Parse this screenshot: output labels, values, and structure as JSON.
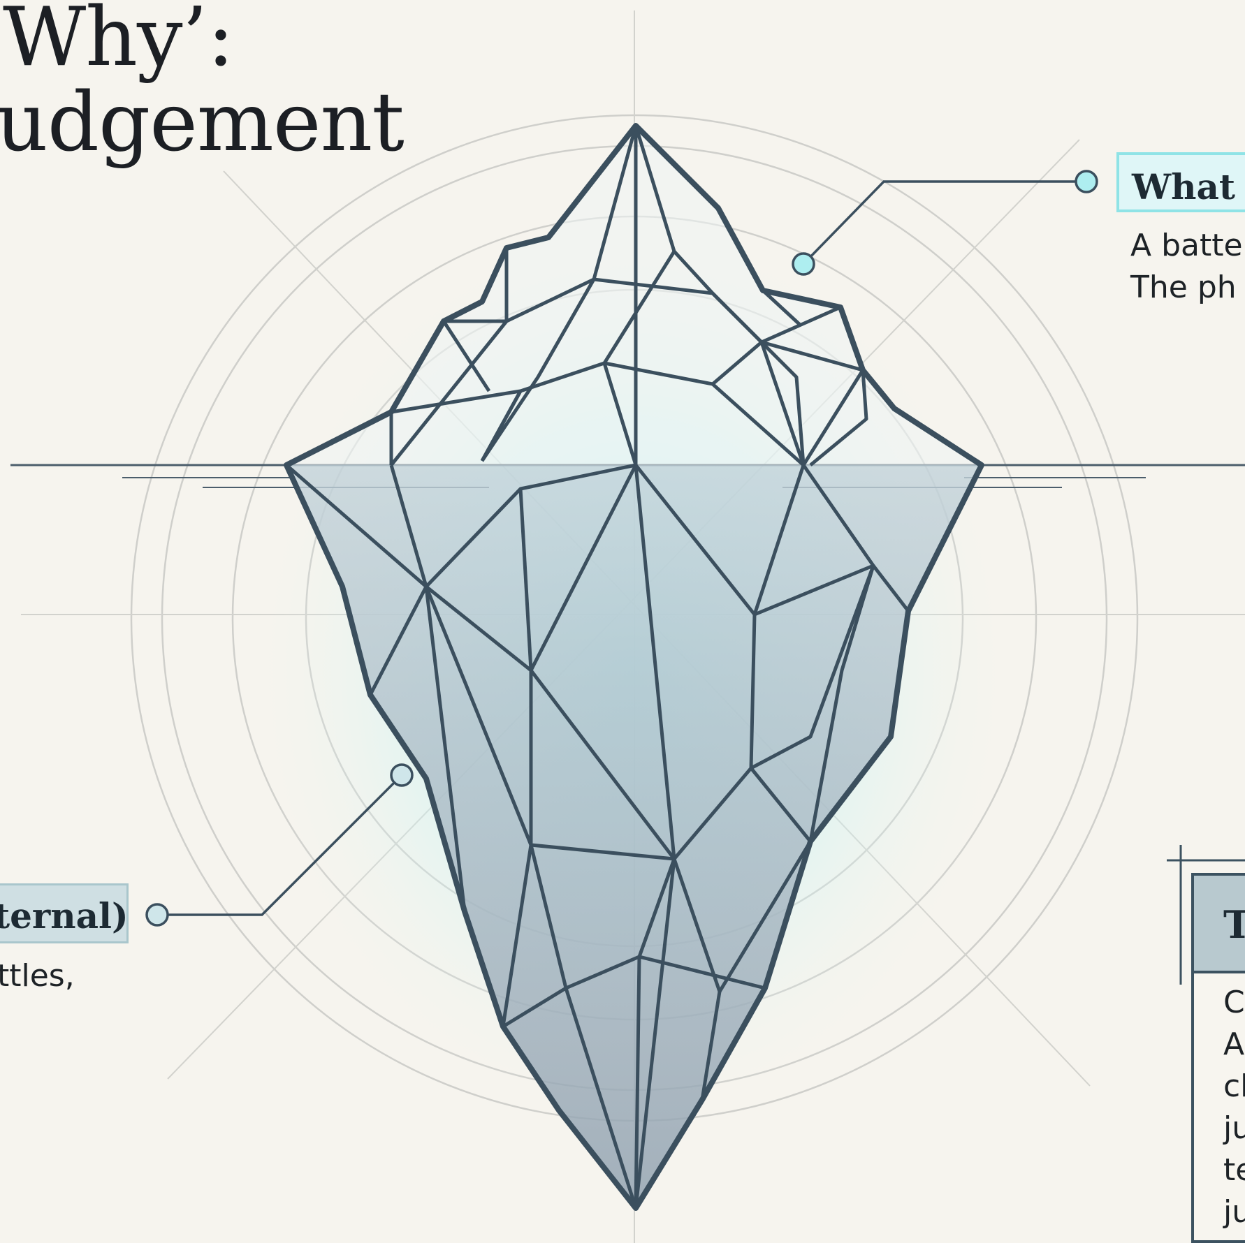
{
  "title": {
    "line1": "Why’:",
    "line2": "udgement"
  },
  "labels": {
    "top_right": {
      "title": "What w",
      "line1": "A batte",
      "line2": "The ph"
    },
    "left": {
      "title": "ternal)",
      "line1": "ttles,"
    },
    "callout": {
      "title": "T",
      "lines": [
        "C",
        "A",
        "ch",
        "ju",
        "te",
        "ju"
      ]
    }
  },
  "colors": {
    "background": "#f6f4ee",
    "ice_outline": "#3b4f5e",
    "glow": "#aef0f2",
    "accent": "#8fe3e6"
  }
}
